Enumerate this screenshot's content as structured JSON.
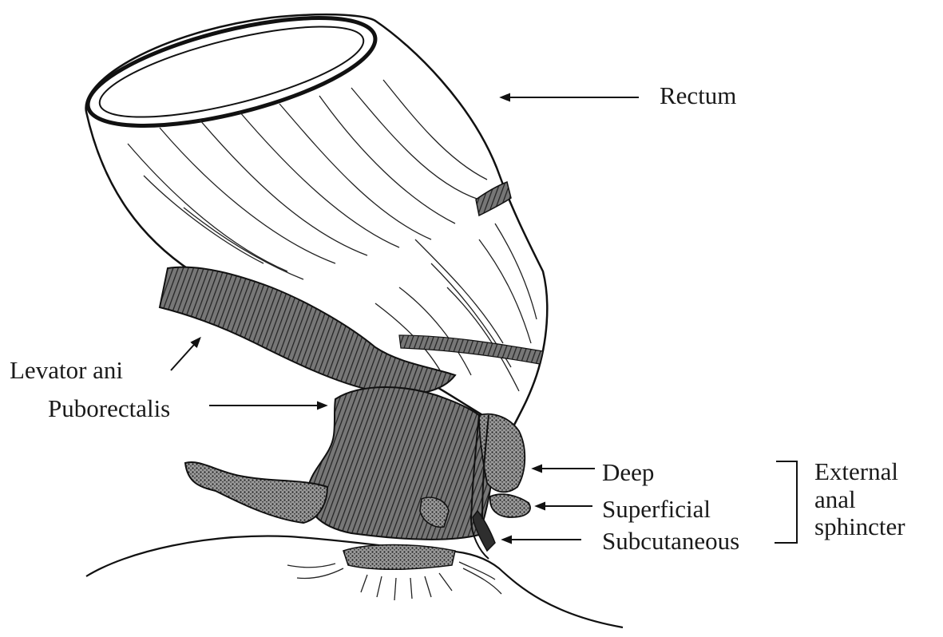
{
  "labels": {
    "rectum": "Rectum",
    "levator_ani": "Levator ani",
    "puborectalis": "Puborectalis",
    "deep": "Deep",
    "superficial": "Superficial",
    "subcutaneous": "Subcutaneous",
    "external_anal_sphincter": [
      "External",
      "anal",
      "sphincter"
    ]
  },
  "colors": {
    "ink": "#1a1a1a",
    "muscle_fill": "#5a5a5a",
    "dark_fill": "#2e2e2e",
    "paper": "#ffffff"
  }
}
